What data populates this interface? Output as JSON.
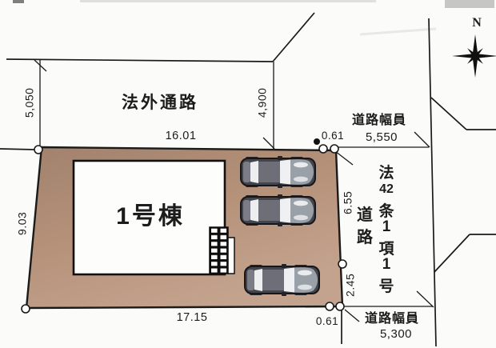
{
  "plan": {
    "building_label": "1号棟",
    "passage_label": "法外通路",
    "north_label": "N",
    "law_road_col1": [
      "法",
      "42",
      "条",
      "1",
      "項",
      "1",
      "号"
    ],
    "law_road_col2": [
      "道",
      "路"
    ],
    "road_width_top": {
      "label": "道路幅員",
      "value": "5,550"
    },
    "road_width_bottom": {
      "label": "道路幅員",
      "value": "5,300"
    },
    "dims": {
      "top_edge": "16.01",
      "bottom_edge": "17.15",
      "left_edge": "9.03",
      "right_upper": "6.55",
      "right_lower": "2.45",
      "passage_left": "5,050",
      "passage_right": "4,900",
      "setback_top": "0.61",
      "setback_bottom": "0.61"
    },
    "colors": {
      "line": "#1a1a1a",
      "plot_fill_dark": "#a1826e",
      "plot_fill_light": "#c4a38e",
      "building_fill": "#fdfdfc",
      "car_body": "#44444b",
      "window": "#eef0f1"
    }
  }
}
